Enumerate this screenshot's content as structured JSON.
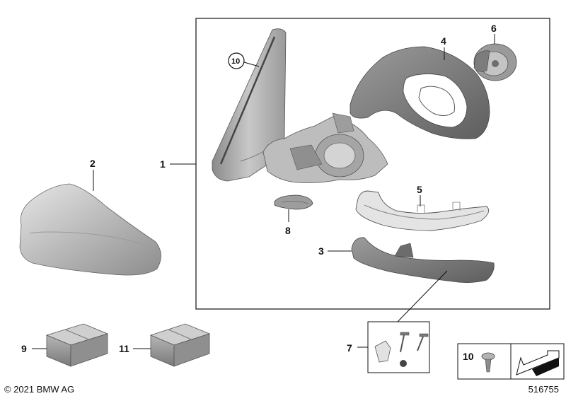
{
  "labels": {
    "p1": "1",
    "p2": "2",
    "p3": "3",
    "p4": "4",
    "p5": "5",
    "p6": "6",
    "p7": "7",
    "p8": "8",
    "p9": "9",
    "p10": "10",
    "p11": "11",
    "p10_legend": "10"
  },
  "footer": {
    "copyright": "© 2021 BMW AG",
    "diagram_id": "516755"
  },
  "colors": {
    "line": "#111111",
    "part_light": "#d9d9d9",
    "part_mid": "#a9a9a9",
    "part_dark": "#6f6f6f"
  }
}
